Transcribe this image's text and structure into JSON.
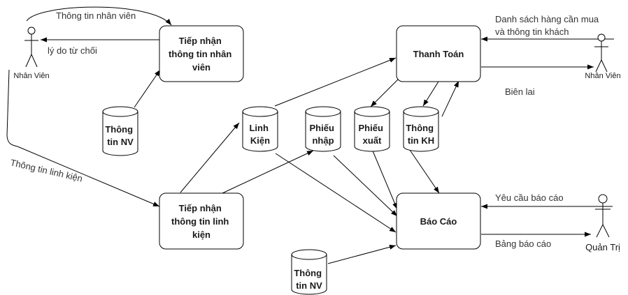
{
  "processes": {
    "tiep_nhan_nv": [
      "Tiếp nhận",
      "thông tin nhân",
      "viên"
    ],
    "thanh_toan": [
      "Thanh Toán"
    ],
    "tiep_nhan_lk": [
      "Tiếp nhận",
      "thông tin linh",
      "kiện"
    ],
    "bao_cao": [
      "Báo Cáo"
    ]
  },
  "stores": {
    "thong_tin_nv_1": [
      "Thông",
      "tin NV"
    ],
    "linh_kien": [
      "Linh",
      "Kiện"
    ],
    "phieu_nhap": [
      "Phiếu",
      "nhập"
    ],
    "phieu_xuat": [
      "Phiếu",
      "xuất"
    ],
    "thong_tin_kh": [
      "Thông",
      "tin KH"
    ],
    "thong_tin_nv_2": [
      "Thông",
      "tin NV"
    ]
  },
  "actors": {
    "nhan_vien_left": "Nhân Viên",
    "nhan_vien_right": "Nhân Viên",
    "quan_tri": "Quản Trị"
  },
  "flows": {
    "thong_tin_nhan_vien": "Thông tin nhân viên",
    "ly_do_tu_choi": "lý do từ chối",
    "thong_tin_linh_kien": "Thông tin linh kiện",
    "danh_sach_line1": "Danh sách hàng cần mua",
    "danh_sach_line2": "và thông tin khách",
    "bien_lai": "Biên lai",
    "yeu_cau_bao_cao": "Yêu cầu báo cáo",
    "bang_bao_cao": "Bảng báo cáo"
  }
}
